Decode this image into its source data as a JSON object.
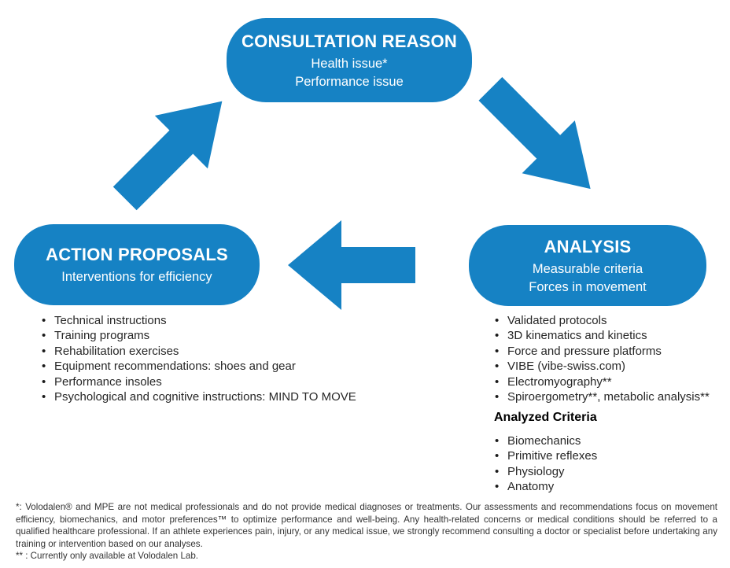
{
  "colors": {
    "accent": "#1682C4"
  },
  "diagram": {
    "consultation": {
      "title": "CONSULTATION REASON",
      "line1": "Health issue*",
      "line2": "Performance issue"
    },
    "analysis": {
      "title": "ANALYSIS",
      "line1": "Measurable criteria",
      "line2": "Forces in movement"
    },
    "action": {
      "title": "ACTION PROPOSALS",
      "line1": "Interventions for efficiency"
    }
  },
  "action_list": {
    "items": [
      "Technical instructions",
      "Training programs",
      "Rehabilitation exercises",
      "Equipment recommendations: shoes and gear",
      "Performance insoles",
      "Psychological and cognitive instructions: MIND TO MOVE"
    ]
  },
  "analysis_list": {
    "items": [
      "Validated protocols",
      "3D kinematics and kinetics",
      "Force and pressure platforms",
      "VIBE (vibe-swiss.com)",
      "Electromyography**",
      "Spiroergometry**, metabolic analysis**"
    ]
  },
  "analyzed_criteria": {
    "heading": "Analyzed Criteria",
    "items": [
      "Biomechanics",
      "Primitive reflexes",
      "Physiology",
      "Anatomy"
    ]
  },
  "footnotes": {
    "note1": "*: Volodalen® and MPE are not medical professionals and do not provide medical diagnoses or treatments. Our assessments and recommendations focus on movement efficiency, biomechanics, and motor preferences™ to optimize performance and well-being. Any health-related concerns or medical conditions should be referred to a qualified healthcare professional. If an athlete experiences pain, injury, or any medical issue, we strongly recommend consulting a doctor or specialist before undertaking any training or intervention based on our analyses.",
    "note2": "** : Currently only available at Volodalen Lab."
  }
}
